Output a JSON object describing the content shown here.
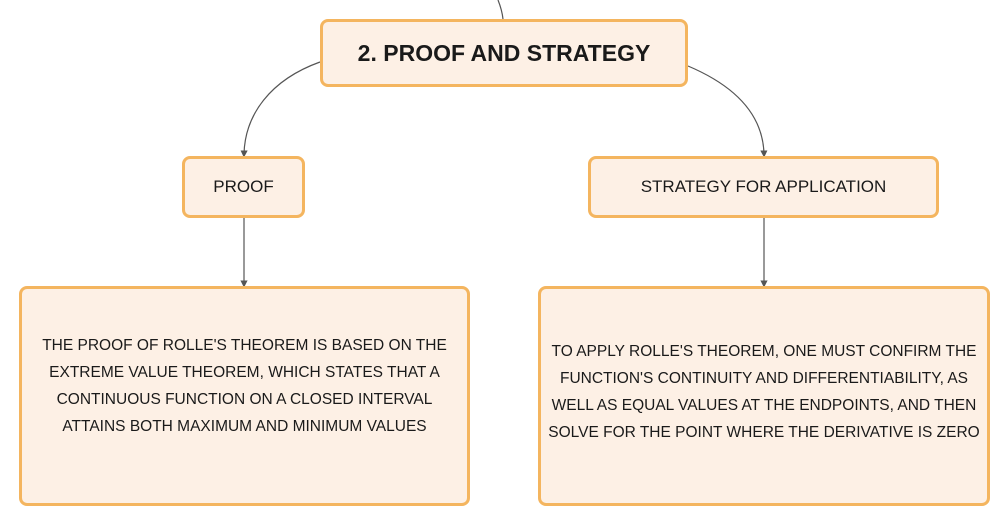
{
  "colors": {
    "node_fill": "#fdf0e5",
    "node_border": "#f4b55f",
    "connector": "#555555",
    "text": "#1a1a1a"
  },
  "root": {
    "label": "2. PROOF AND STRATEGY"
  },
  "branches": [
    {
      "label": "PROOF",
      "detail": "THE PROOF OF ROLLE'S THEOREM IS BASED ON THE EXTREME VALUE THEOREM, WHICH STATES THAT A CONTINUOUS FUNCTION ON A CLOSED INTERVAL ATTAINS BOTH MAXIMUM AND MINIMUM VALUES"
    },
    {
      "label": "STRATEGY FOR APPLICATION",
      "detail": "TO APPLY ROLLE'S THEOREM, ONE MUST CONFIRM THE FUNCTION'S CONTINUITY AND DIFFERENTIABILITY, AS WELL AS EQUAL VALUES AT THE ENDPOINTS, AND THEN SOLVE FOR THE POINT WHERE THE DERIVATIVE IS ZERO"
    }
  ]
}
